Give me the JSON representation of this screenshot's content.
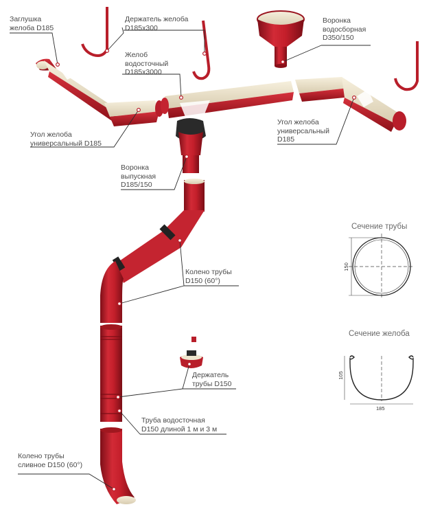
{
  "labels": {
    "end_cap": "Заглушка\nжелоба D185",
    "holder": "Держатель желоба\nD185x300",
    "funnel": "Воронка\nводосборная\nD350/150",
    "gutter": "Желоб\nводосточный\nD185x3000",
    "corner_left": "Угол желоба\nуниверсальный D185",
    "corner_right": "Угол желоба\nуниверсальный\nD185",
    "outlet": "Воронка\nвыпускная\nD185/150",
    "elbow": "Колено трубы\nD150 (60°)",
    "pipe_holder": "Держатель\nтрубы D150",
    "pipe": "Труба водосточная\nD150 длиной 1 м и 3 м",
    "drain_elbow": "Колено трубы\nсливное D150 (60°)"
  },
  "sections": {
    "pipe_title": "Сечение трубы",
    "pipe_dim": "150",
    "gutter_title": "Сечение желоба",
    "gutter_width": "185",
    "gutter_height": "105"
  },
  "colors": {
    "product_red": "#b81e2a",
    "inner_cream": "#efe6cf",
    "seal_dark": "#2a2a2a",
    "text": "#4a4a4a"
  }
}
